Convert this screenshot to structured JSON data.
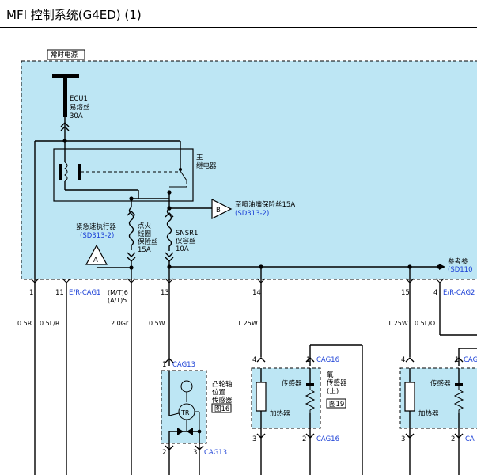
{
  "page": {
    "title": "MFI 控制系统(G4ED) (1)"
  },
  "power": {
    "box_label": "常时电源",
    "fuse_name": "ECU1",
    "fuse_type": "易熔丝",
    "fuse_rating": "30A"
  },
  "relay": {
    "label_line1": "主",
    "label_line2": "继电器"
  },
  "ref_b": {
    "letter": "B",
    "text": "至喷油嘴保险丝15A",
    "ref": "(SD313-2)"
  },
  "ref_a": {
    "letter": "A",
    "text": "紧急速执行器",
    "ref": "(SD313-2)"
  },
  "fuse_ignition": {
    "line1": "点火",
    "line2": "线圈",
    "line3": "保险丝",
    "line4": "15A"
  },
  "fuse_snsr": {
    "line1": "SNSR1",
    "line2": "仪容丝",
    "line3": "10A"
  },
  "ref_right": {
    "text": "参考参",
    "ref": "(SD110"
  },
  "connectors": {
    "pin_1": "1",
    "pin_11": "11",
    "ercag1": "E/R-CAG1",
    "mt": "(M/T)6",
    "at": "(A/T)5",
    "pin_13": "13",
    "pin_14": "14",
    "pin_15": "15",
    "pin_4": "4",
    "ercag2": "E/R-CAG2"
  },
  "wires": {
    "w1": "0.5R",
    "w2": "0.5L/R",
    "w3": "2.0Gr",
    "w4": "0.5W",
    "w5": "1.25W",
    "w6": "1.25W",
    "w7": "0.5L/O"
  },
  "cam_sensor": {
    "pin_top": "1",
    "conn_top": "CAG13",
    "label1": "凸轮轴",
    "label2": "位置",
    "label3": "传感器",
    "fig": "图16",
    "tr": "TR",
    "pin_b2": "2",
    "pin_b3": "3",
    "conn_bottom": "CAG13"
  },
  "o2_upper": {
    "pin_tl": "4",
    "pin_tr": "1",
    "conn_top": "CAG16",
    "sensor": "传感器",
    "heater": "加热器",
    "label1": "氧",
    "label2": "传感器",
    "label3": "(上)",
    "fig": "图19",
    "pin_bl": "3",
    "pin_br": "2",
    "conn_bottom": "CAG16"
  },
  "o2_lower": {
    "pin_tl": "4",
    "pin_tr": "1",
    "conn_top": "CAG",
    "sensor": "传感器",
    "heater": "加热器",
    "pin_bl": "3",
    "pin_br": "2",
    "conn_bottom": "CA"
  },
  "colors": {
    "box_fill": "#bde6f4",
    "sensor_fill": "#bde6f4",
    "link_blue": "#1a3fd6"
  }
}
